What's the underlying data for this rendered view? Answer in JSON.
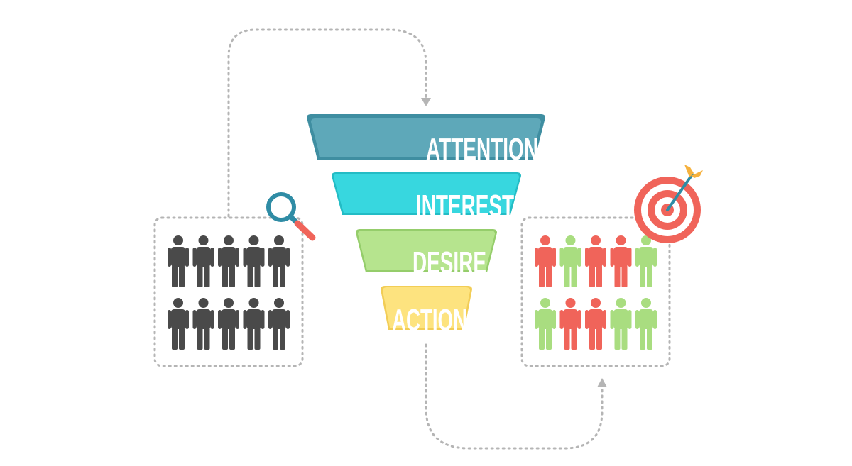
{
  "funnel": {
    "stages": [
      {
        "label": "ATTENTION",
        "color": "#5ea8b9",
        "shadow": "#3f8ea1"
      },
      {
        "label": "INTEREST",
        "color": "#37d7df",
        "shadow": "#23bcc5"
      },
      {
        "label": "DESIRE",
        "color": "#b6e48e",
        "shadow": "#95cd6b"
      },
      {
        "label": "ACTION",
        "color": "#fde37f",
        "shadow": "#f2cd56"
      }
    ]
  },
  "audience": {
    "person_color": "#4a4a4a",
    "rows": 2,
    "columns": 5
  },
  "converted": {
    "converted_color": "#f0645a",
    "pending_color": "#a9dd80",
    "pattern": [
      [
        "converted",
        "pending",
        "converted",
        "converted",
        "pending"
      ],
      [
        "pending",
        "converted",
        "converted",
        "pending",
        "pending"
      ]
    ]
  },
  "icons": {
    "search": "magnifier-icon",
    "target": "target-arrow-icon",
    "magnifier_rim_color": "#2f8ca5",
    "magnifier_handle_color": "#f0645a",
    "target_color": "#f0645a",
    "arrow_shaft_color": "#2f8ca5",
    "arrow_feather_color": "#f6b13d"
  },
  "connector": {
    "color": "#b5b5b5"
  }
}
